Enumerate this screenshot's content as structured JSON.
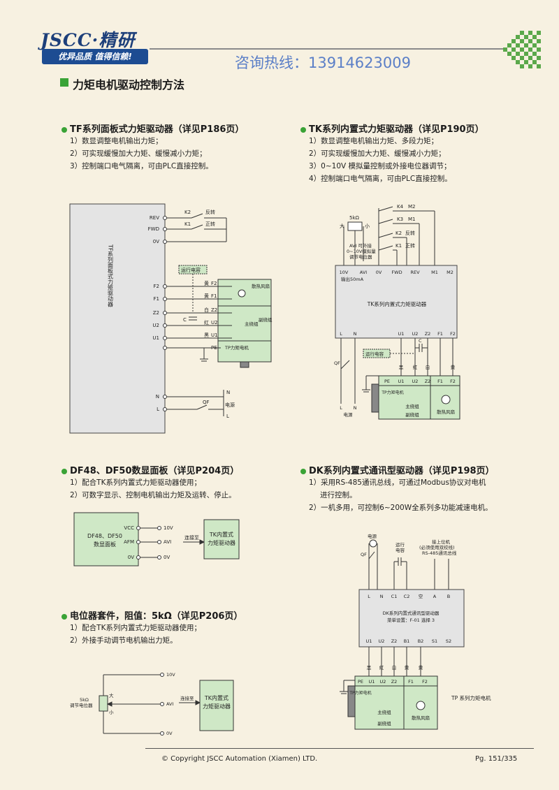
{
  "header": {
    "logo": "JSCC·精研",
    "slogan": "优异品质 值得信赖!",
    "hotline": "咨询热线：13914623009"
  },
  "section_title": "力矩电机驱动控制方法",
  "tf": {
    "title": "TF系列面板式力矩驱动器（详见P186页）",
    "items": [
      "1）数显调整电机输出力矩；",
      "2）可实现缓慢加大力矩、缓慢减小力矩；",
      "3）控制端口电气隔离，可由PLC直接控制。"
    ],
    "diagram": {
      "driver_label": "TF系列面板式力矩驱动器",
      "terminals": [
        "REV",
        "FWD",
        "0V",
        "F2",
        "F1",
        "Z2",
        "U2",
        "U1",
        "PE",
        "N",
        "L"
      ],
      "k2": "K2",
      "k2_label": "反转",
      "k1": "K1",
      "k1_label": "正转",
      "run_cap": "运行电容",
      "c": "C",
      "wire_colors": [
        "黄",
        "黄",
        "白",
        "红",
        "黑"
      ],
      "wire_ids": [
        "F2",
        "F1",
        "Z2",
        "U2",
        "U1"
      ],
      "fan": "散热风扇",
      "main_coil": "主绕组",
      "aux_coil": "副绕组",
      "motor": "TP力矩电机",
      "qf": "QF",
      "power": "电源",
      "n": "N",
      "l": "L"
    }
  },
  "tk": {
    "title": "TK系列内置式力矩驱动器（详见P190页）",
    "items": [
      "1）数显调整电机输出力矩、多段力矩；",
      "2）可实现缓慢加大力矩、缓慢减小力矩；",
      "3）0~10V 模拟量控制或外接电位器调节；",
      "4）控制端口电气隔离，可由PLC直接控制。"
    ],
    "diagram": {
      "pot_big": "大",
      "pot_small": "小",
      "pot_value": "5kΩ",
      "avi_note_1": "AVI 可外接",
      "avi_note_2": "0~10V模拟量",
      "avi_note_3": "调节电位器",
      "k4": "K4",
      "m2": "M2",
      "k3": "K3",
      "m1": "M1",
      "k2": "K2",
      "k2_label": "反转",
      "k1": "K1",
      "k1_label": "正转",
      "top_terminals": [
        "10V",
        "AVI",
        "0V",
        "FWD",
        "REV",
        "M1",
        "M2"
      ],
      "output_note": "输出50mA",
      "driver_label": "TK系列内置式力矩驱动器",
      "bottom_terminals": [
        "L",
        "N",
        "U1",
        "U2",
        "Z2",
        "F1",
        "F2"
      ],
      "run_cap": "运行电容",
      "c": "C",
      "qf": "QF",
      "wire_colors": [
        "黑",
        "红",
        "白",
        "黄",
        "黄"
      ],
      "motor_terminals": [
        "PE",
        "U1",
        "U2",
        "Z2",
        "F1",
        "F2"
      ],
      "motor": "TP力矩电机",
      "main_coil": "主绕组",
      "aux_coil": "副绕组",
      "fan": "散热风扇",
      "l": "L",
      "n": "N",
      "power": "电源"
    }
  },
  "df": {
    "title": "DF48、DF50数显面板（详见P204页）",
    "items": [
      "1）配合TK系列内置式力矩驱动器使用；",
      "2）可数字显示、控制电机输出力矩及运转、停止。"
    ],
    "diagram": {
      "panel_1": "DF48、DF50",
      "panel_2": "数显面板",
      "pins": [
        "VCC",
        "AFM",
        "0V"
      ],
      "targets": [
        "10V",
        "AVI",
        "0V"
      ],
      "connect": "连接至",
      "driver_1": "TK内置式",
      "driver_2": "力矩驱动器"
    }
  },
  "dk": {
    "title": "DK系列内置式通讯型驱动器（详见P198页）",
    "items": [
      "1）采用RS-485通讯总线，可通过Modbus协议对电机",
      "进行控制。",
      "2）一机多用，可控制6~200W全系列多功能减速电机。"
    ],
    "diagram": {
      "power": "电源",
      "qf": "QF",
      "run_cap_1": "运行",
      "run_cap_2": "电容",
      "host_1": "接上位机",
      "host_2": "(必须使用双绞线)",
      "host_3": "RS-485通讯总线",
      "top_terminals": [
        "L",
        "N",
        "C1",
        "C2",
        "空",
        "A",
        "B"
      ],
      "driver_1": "DK系列内置式通讯型驱动器",
      "driver_2": "菜单设置：F-01  选择 3",
      "bottom_terminals": [
        "U1",
        "U2",
        "Z2",
        "B1",
        "B2",
        "S1",
        "S2"
      ],
      "wire_colors": [
        "黑",
        "红",
        "白",
        "黄",
        "黄"
      ],
      "motor_terminals": [
        "PE",
        "U1",
        "U2",
        "Z2",
        "F1",
        "F2"
      ],
      "motor": "TP力矩电机",
      "main_coil": "主绕组",
      "aux_coil": "副绕组",
      "fan": "散热风扇",
      "series": "TP 系列力矩电机"
    }
  },
  "pot": {
    "title": "电位器套件，阻值：5kΩ（详见P206页）",
    "items": [
      "1）配合TK系列内置式力矩驱动器使用；",
      "2）外接手动调节电机输出力矩。"
    ],
    "diagram": {
      "pot_1": "5kΩ",
      "pot_2": "调节电位器",
      "big": "大",
      "small": "小",
      "targets": [
        "10V",
        "AVI",
        "0V"
      ],
      "connect": "连接至",
      "driver_1": "TK内置式",
      "driver_2": "力矩驱动器"
    }
  },
  "footer": {
    "copyright": "© Copyright JSCC Automation (Xiamen) LTD.",
    "page": "Pg. 151/335"
  }
}
